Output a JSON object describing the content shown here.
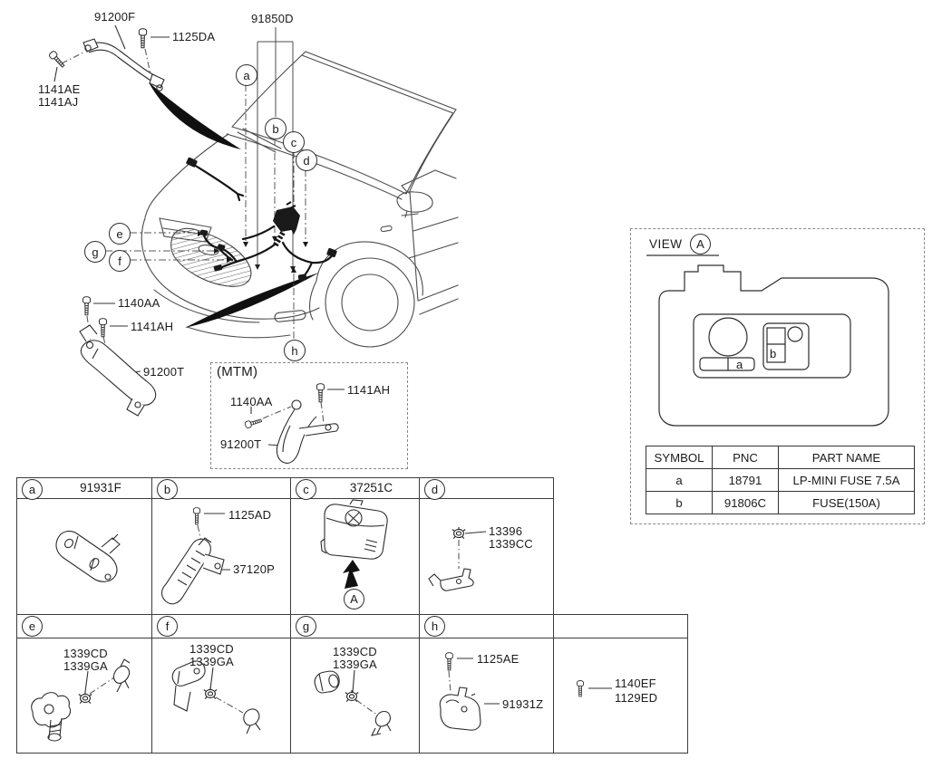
{
  "page": {
    "background": "#ffffff",
    "line_color": "#404040",
    "text_color": "#1b1b1b",
    "accent_black": "#111111"
  },
  "top_diagram": {
    "labels": {
      "cable_91200F": "91200F",
      "bolt_1125DA": "1125DA",
      "bolt_1141AE": "1141AE",
      "bolt_1141AJ": "1141AJ",
      "harness_91850D": "91850D",
      "bolt_1140AA": "1140AA",
      "bolt_1141AH": "1141AH",
      "bracket_91200T": "91200T"
    },
    "callouts": [
      "a",
      "b",
      "c",
      "d",
      "e",
      "g",
      "f",
      "h"
    ],
    "mtm": {
      "title": "(MTM)",
      "labels": {
        "bolt_1140AA": "1140AA",
        "bolt_1141AH": "1141AH",
        "bracket_91200T": "91200T"
      }
    }
  },
  "view_detail": {
    "title": "VIEW",
    "ref_letter": "A",
    "fuse_labels": {
      "a": "a",
      "b": "b"
    },
    "table": {
      "headers": [
        "SYMBOL",
        "PNC",
        "PART NAME"
      ],
      "rows": [
        [
          "a",
          "18791",
          "LP-MINI FUSE 7.5A"
        ],
        [
          "b",
          "91806C",
          "FUSE(150A)"
        ]
      ]
    }
  },
  "grid": {
    "cells": [
      {
        "letter": "a",
        "part": "91931F",
        "labels": []
      },
      {
        "letter": "b",
        "part": "",
        "labels": [
          "1125AD",
          "37120P"
        ]
      },
      {
        "letter": "c",
        "part": "37251C",
        "labels": [],
        "view_ref": "A"
      },
      {
        "letter": "d",
        "part": "",
        "labels": [
          "13396",
          "1339CC"
        ]
      },
      {
        "letter": "e",
        "part": "",
        "labels": [
          "1339CD",
          "1339GA"
        ]
      },
      {
        "letter": "f",
        "part": "",
        "labels": [
          "1339CD",
          "1339GA"
        ]
      },
      {
        "letter": "g",
        "part": "",
        "labels": [
          "1339CD",
          "1339GA"
        ]
      },
      {
        "letter": "h",
        "part": "",
        "labels": [
          "1125AE",
          "91931Z"
        ]
      },
      {
        "letter": "",
        "part": "",
        "labels": [
          "1140EF",
          "1129ED"
        ]
      }
    ]
  }
}
